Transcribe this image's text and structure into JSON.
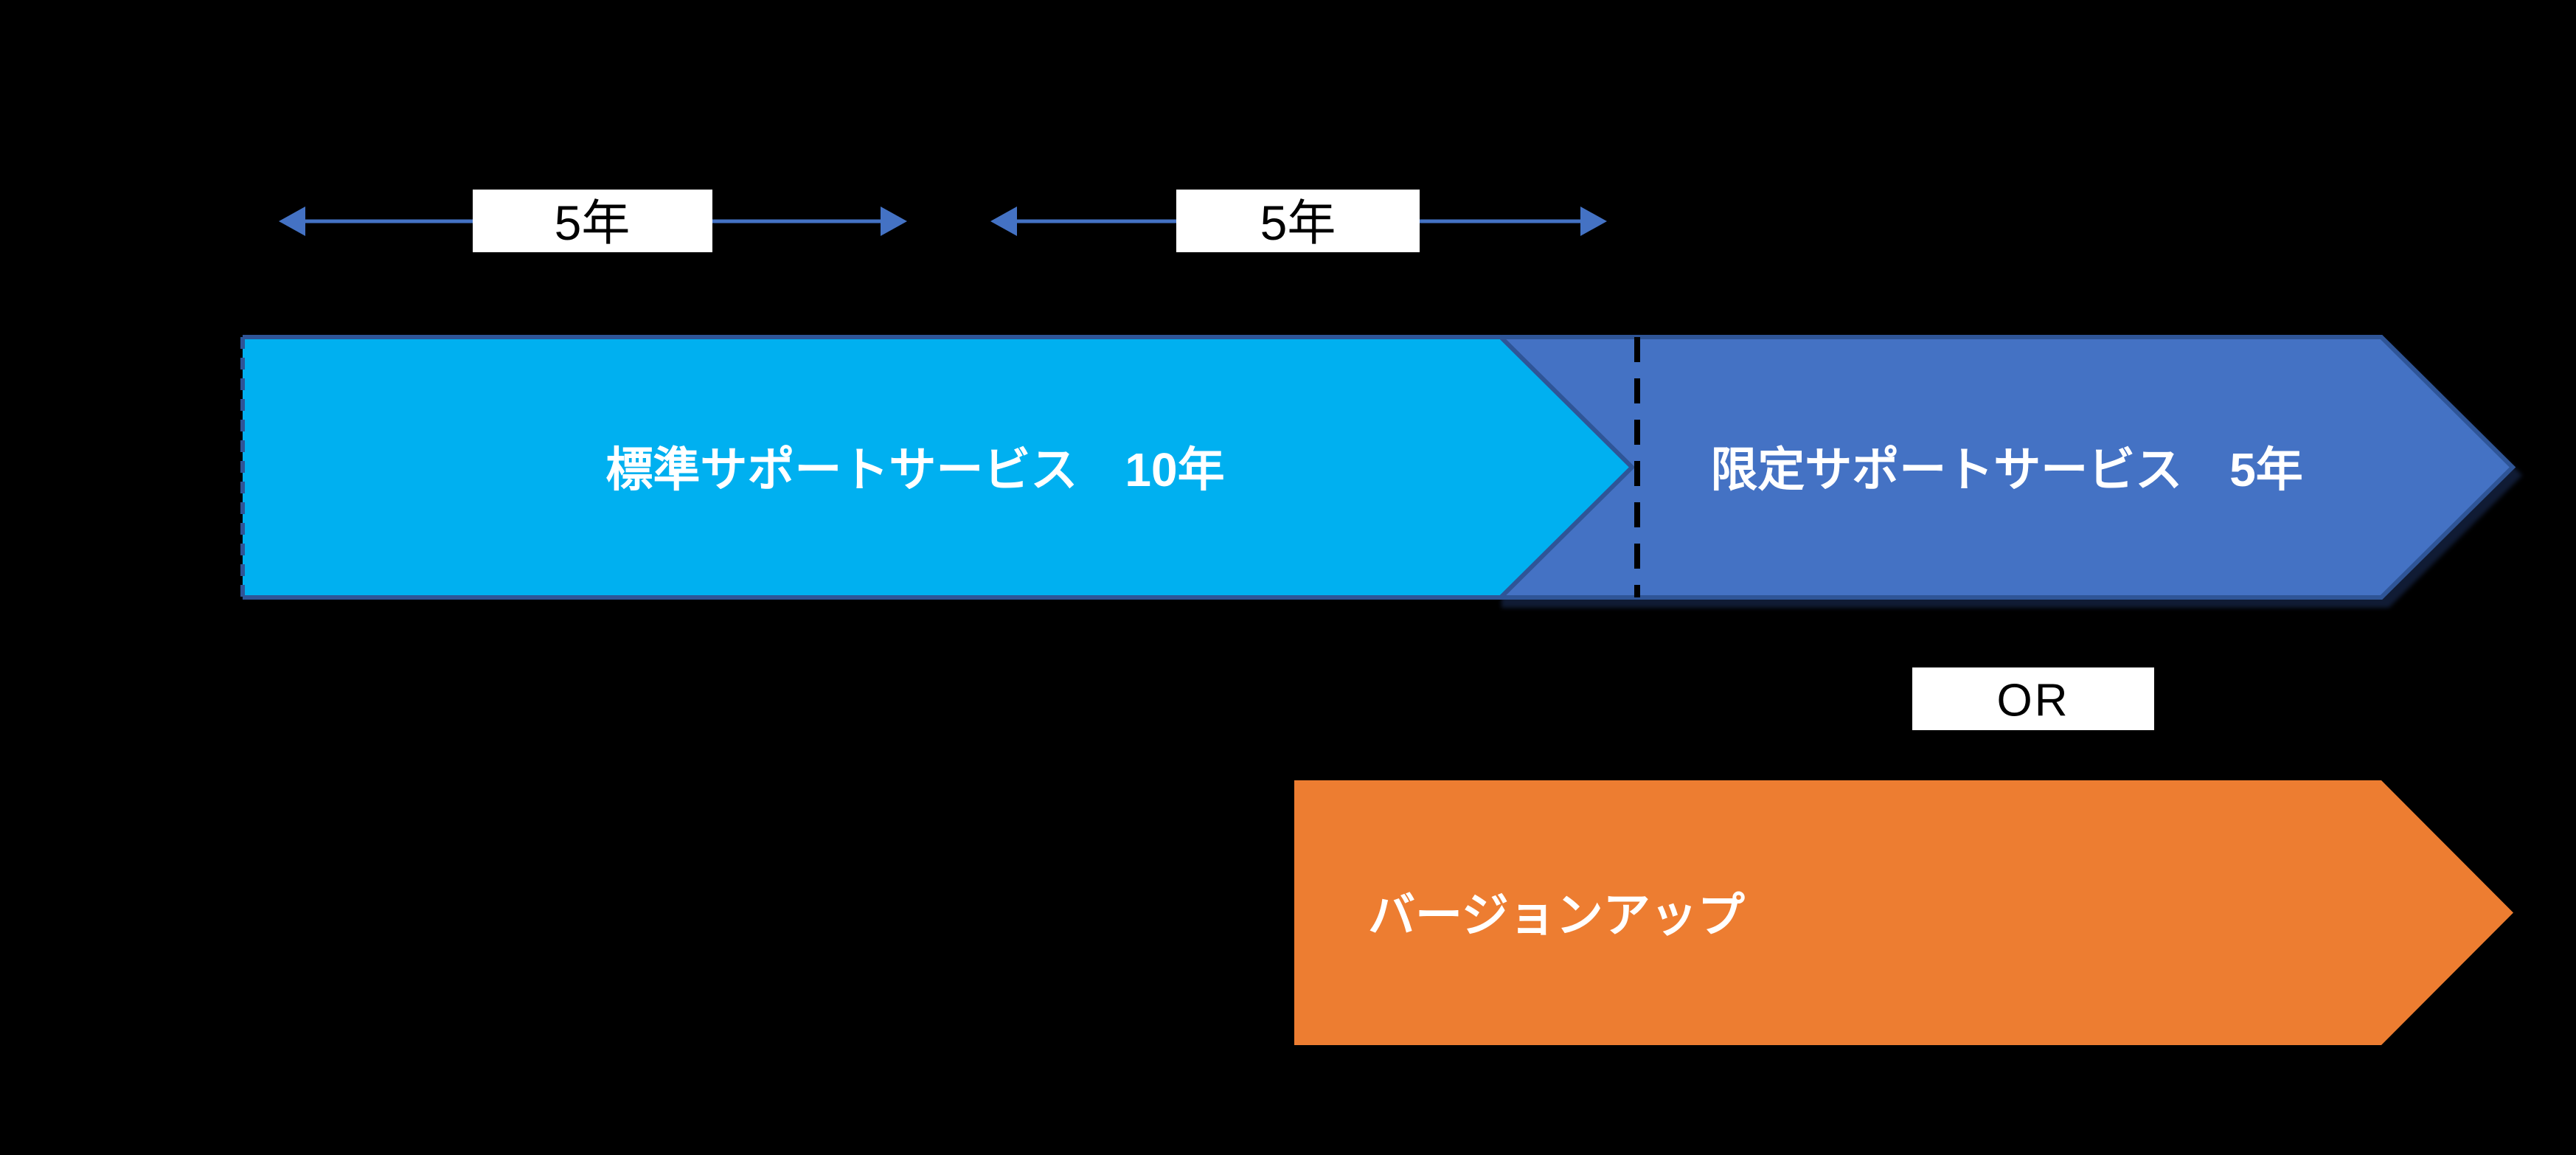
{
  "diagram": {
    "background": "#000000",
    "palette": {
      "cyan_fill": "#00B0F0",
      "blue_fill": "#4472C4",
      "orange_fill": "#ED7D31",
      "shape_stroke": "#2F5597",
      "span_arrow_color": "#4472C4",
      "divider_color": "#000000",
      "label_box_fill": "#FFFFFF",
      "label_text_color": "#000000",
      "bar_text_color": "#FFFFFF"
    },
    "span_labels": [
      {
        "text": "5年"
      },
      {
        "text": "5年"
      }
    ],
    "or_label": {
      "text": "OR"
    },
    "arrows": [
      {
        "id": "standard-support",
        "label": "標準サポートサービス　10年",
        "fill": "#00B0F0"
      },
      {
        "id": "limited-support",
        "label": "限定サポートサービス　5年",
        "fill": "#4472C4"
      },
      {
        "id": "version-up",
        "label": "バージョンアップ",
        "fill": "#ED7D31"
      }
    ]
  }
}
